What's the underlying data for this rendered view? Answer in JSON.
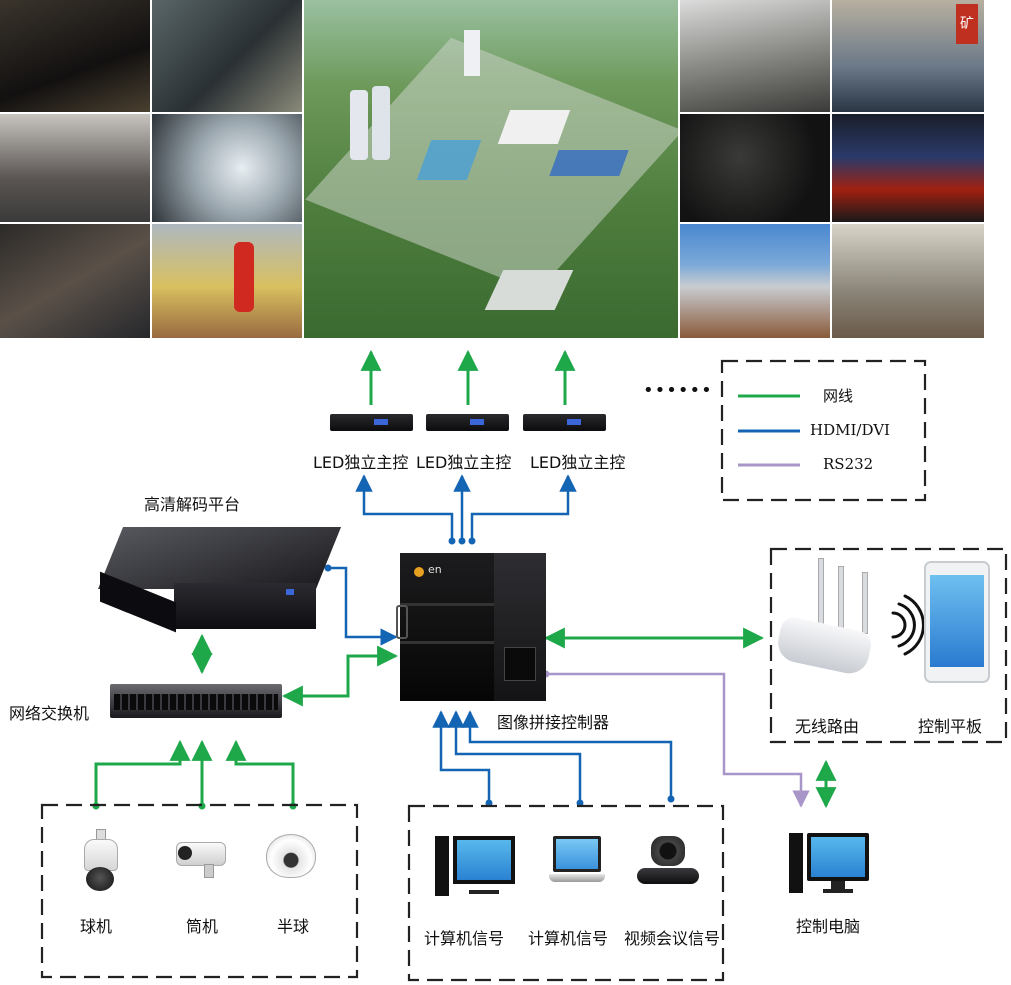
{
  "colors": {
    "network": "#1ea84a",
    "hdmi": "#1464b4",
    "rs232": "#a896c8"
  },
  "legend": {
    "network": "网线",
    "hdmi": "HDMI/DVI",
    "rs232": "RS232"
  },
  "led_controllers": [
    "LED独立主控",
    "LED独立主控",
    "LED独立主控"
  ],
  "ellipsis": "••••••",
  "decoder_label": "高清解码平台",
  "switch_label": "网络交换机",
  "splicer_label": "图像拼接控制器",
  "splicer_brand": "en",
  "cameras": [
    "球机",
    "筒机",
    "半球"
  ],
  "signals": [
    "计算机信号",
    "计算机信号",
    "视频会议信号"
  ],
  "router_label": "无线路由",
  "tablet_label": "控制平板",
  "control_pc_label": "控制电脑",
  "photo_sign": "矿"
}
